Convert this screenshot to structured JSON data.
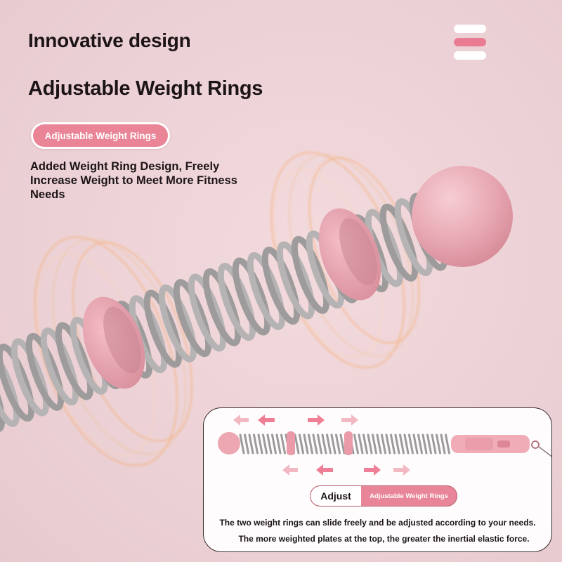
{
  "header": {
    "title": "Innovative design",
    "subtitle": "Adjustable Weight Rings"
  },
  "feature": {
    "badge_label": "Adjustable Weight Rings",
    "description": "Added Weight Ring Design, Freely Increase Weight to Meet More Fitness Needs"
  },
  "detail_card": {
    "adjust_tag": "Adjust",
    "adjust_label": "Adjustable Weight Rings",
    "line_1": "The two weight rings can slide freely and be adjusted according to your needs.",
    "line_2": "The more weighted plates at the top, the greater the inertial elastic force."
  },
  "icons": [
    "menu-icon",
    "arrow-left-icon",
    "arrow-right-icon"
  ],
  "colors": {
    "background": "#ecd2d6",
    "accent_pink": "#ea8597",
    "spring_gray": "#a9a7a8",
    "glow_orange": "#f2a35e",
    "text": "#1c1416"
  }
}
